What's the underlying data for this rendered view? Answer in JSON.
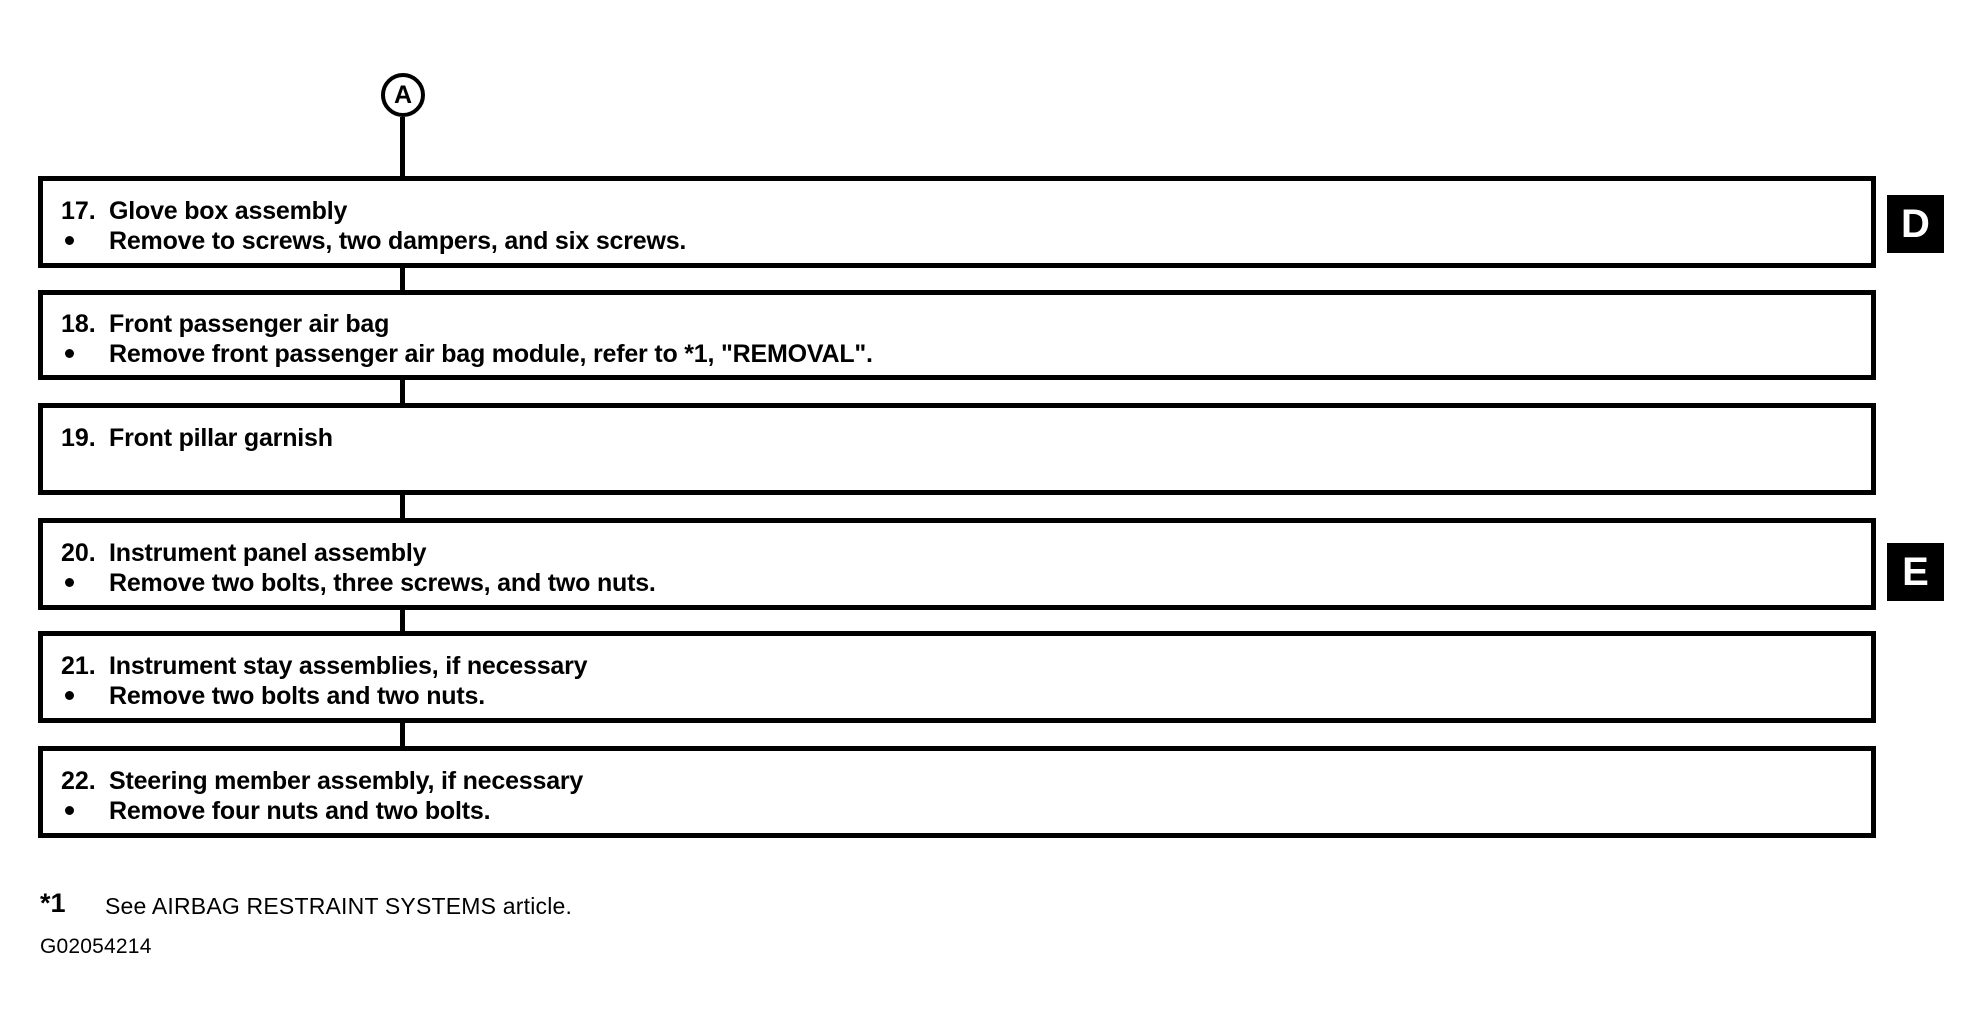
{
  "diagram": {
    "type": "flow-chart",
    "entry_node": {
      "label": "A",
      "shape": "circle"
    },
    "steps": [
      {
        "number": "17.",
        "name": "Glove box assembly",
        "bullets": [
          "Remove to screws, two dampers, and six screws."
        ],
        "marker": "D"
      },
      {
        "number": "18.",
        "name": "Front passenger air bag",
        "bullets": [
          "Remove front passenger air bag module, refer to *1, \"REMOVAL\"."
        ],
        "marker": ""
      },
      {
        "number": "19.",
        "name": "Front pillar garnish",
        "bullets": [],
        "marker": ""
      },
      {
        "number": "20.",
        "name": "Instrument panel assembly",
        "bullets": [
          "Remove two bolts, three screws, and two nuts."
        ],
        "marker": "E"
      },
      {
        "number": "21.",
        "name": "Instrument stay assemblies, if necessary",
        "bullets": [
          "Remove two bolts and two nuts."
        ],
        "marker": ""
      },
      {
        "number": "22.",
        "name": "Steering member assembly, if necessary",
        "bullets": [
          "Remove four nuts and two bolts."
        ],
        "marker": ""
      }
    ],
    "footnote": {
      "marker": "*1",
      "text": "See AIRBAG RESTRAINT SYSTEMS article."
    },
    "figure_id": "G02054214",
    "colors": {
      "ink": "#000000",
      "paper": "#ffffff",
      "marker_bg": "#000000",
      "marker_fg": "#ffffff"
    }
  }
}
